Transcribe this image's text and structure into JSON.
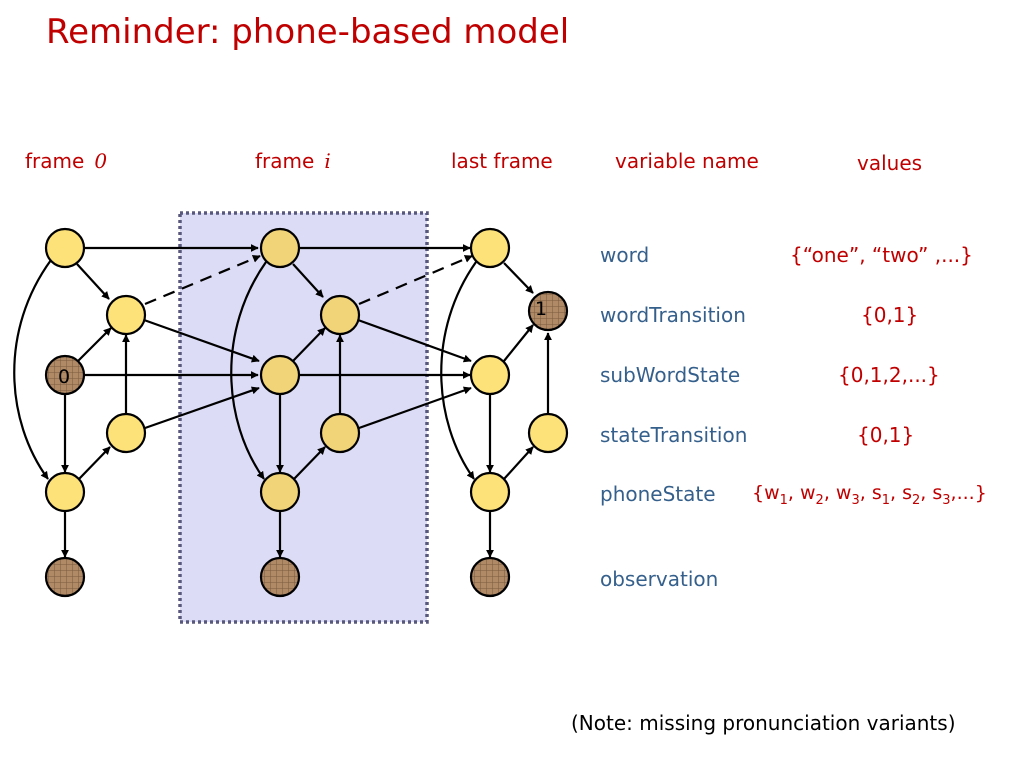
{
  "slide": {
    "title": "Reminder:  phone-based model"
  },
  "headers": {
    "frame0_label": "frame",
    "frame0_index": "0",
    "framei_label": "frame",
    "framei_index": "i",
    "last_frame": "last frame",
    "variable_name": "variable name",
    "values": "values"
  },
  "variables": [
    {
      "name": "word",
      "values": "{“one”, “two” ,...}"
    },
    {
      "name": "wordTransition",
      "values": "{0,1}"
    },
    {
      "name": "subWordState",
      "values": "{0,1,2,...}"
    },
    {
      "name": "stateTransition",
      "values": "{0,1}"
    },
    {
      "name": "phoneState",
      "values_parts": [
        "{w",
        "1",
        ", w",
        "2",
        ", w",
        "3",
        ", s",
        "1",
        ", s",
        "2",
        ", s",
        "3",
        ",...}"
      ]
    },
    {
      "name": "observation",
      "values": ""
    }
  ],
  "node_labels": {
    "initial_subword": "0",
    "final_transition": "1"
  },
  "colors": {
    "node_fill": "#fde27a",
    "node_fill_mid": "#f2d478",
    "observed_fill": "#b08a66",
    "frame_box": "#dcdcf6",
    "frame_border": "#58587c",
    "accent": "#c00000",
    "var_name": "#36608c"
  },
  "footer": {
    "note": "(Note: missing pronunciation variants)"
  }
}
